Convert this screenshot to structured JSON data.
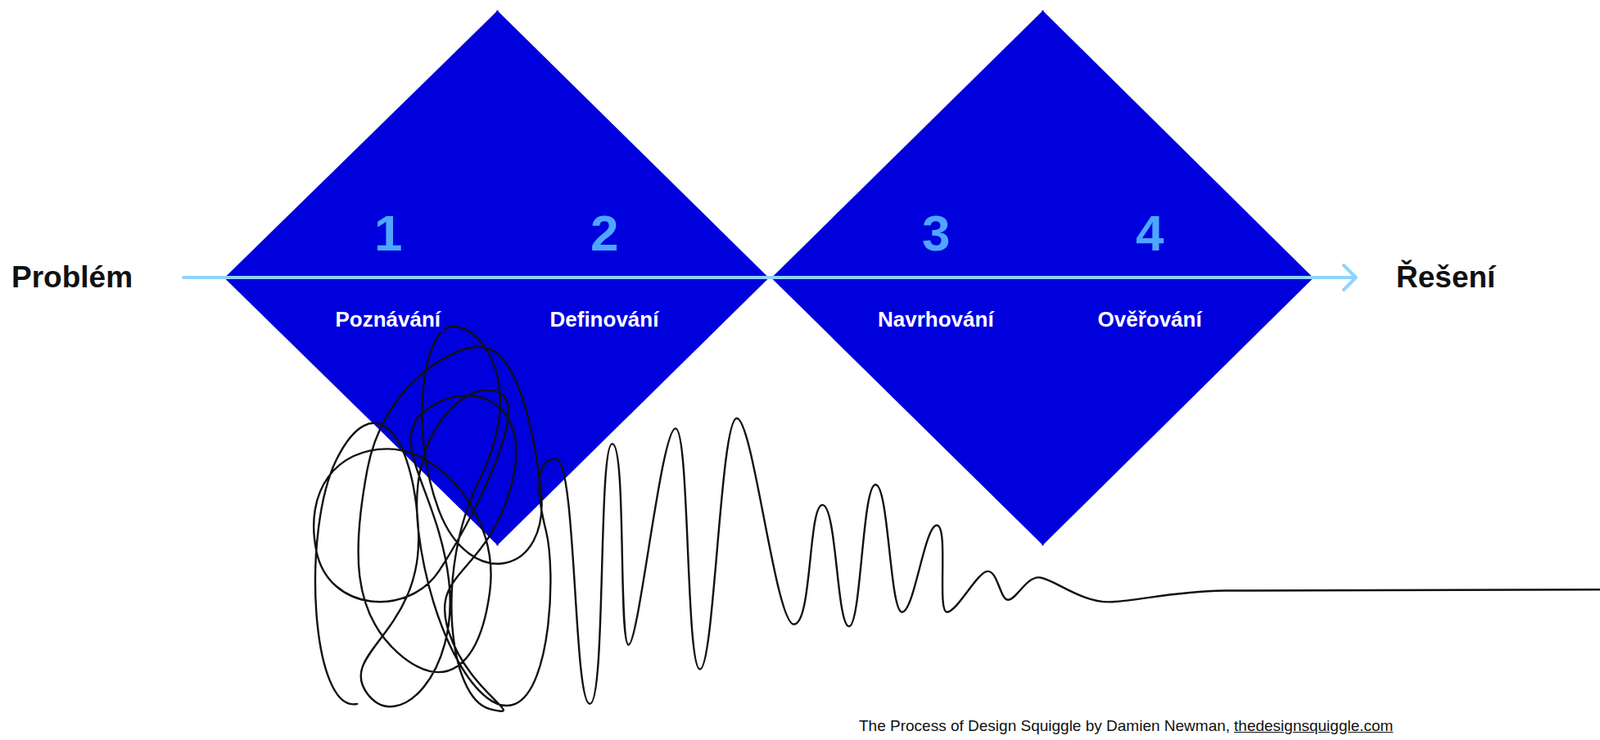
{
  "diagram": {
    "caption": "The Process of Design Squiggle by Damien Newman,",
    "nodes": [
      {
        "text": [
          "1",
          "Poznávání"
        ]
      },
      {
        "text": [
          "2",
          "Definování"
        ]
      },
      {
        "text": [
          "3",
          "Navrhování"
        ]
      },
      {
        "text": [
          "4",
          "Ověřování"
        ]
      }
    ],
    "labels": [
      "Problém",
      "Řešení",
      "thedesignsquiggle.com"
    ]
  }
}
